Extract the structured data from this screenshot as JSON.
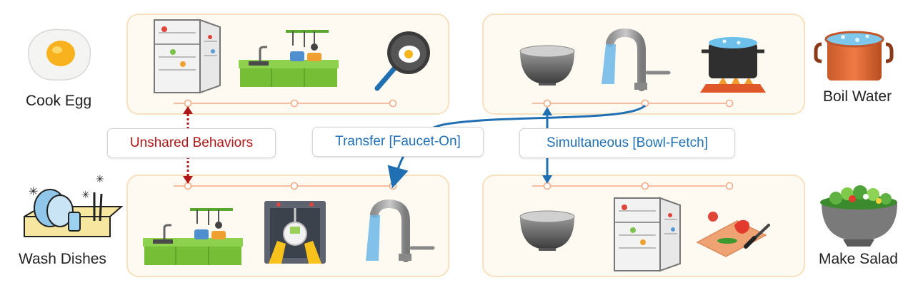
{
  "tasks": {
    "cook_egg": "Cook Egg",
    "boil_water": "Boil Water",
    "wash_dishes": "Wash Dishes",
    "make_salad": "Make Salad"
  },
  "callouts": {
    "unshared": "Unshared Behaviors",
    "transfer": "Transfer [Faucet-On]",
    "simultaneous": "Simultaneous [Bowl-Fetch]"
  },
  "colors": {
    "panel_fill": "#fffaf1",
    "panel_border": "#f7e1bf",
    "timeline": "#f2ab84",
    "red_arrow": "#b01818",
    "blue_arrow": "#1f6fb2"
  },
  "panels": {
    "cook_egg": [
      "fridge-icon",
      "kitchen-counter-icon",
      "frying-pan-egg-icon"
    ],
    "boil_water": [
      "bowl-icon",
      "faucet-icon",
      "pot-on-stove-icon"
    ],
    "wash_dishes": [
      "kitchen-counter-icon",
      "washing-dishes-icon",
      "faucet-icon"
    ],
    "make_salad": [
      "bowl-icon",
      "fridge-icon",
      "cutting-board-icon"
    ]
  }
}
